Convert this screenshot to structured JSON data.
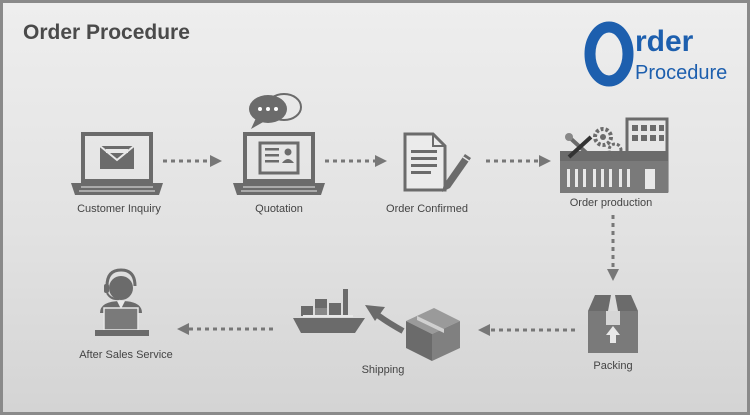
{
  "title": "Order Procedure",
  "logo": {
    "big_letter": "O",
    "word1": "rder",
    "word2": "Procedure",
    "color": "#1d5fae"
  },
  "steps": {
    "inquiry": "Customer Inquiry",
    "quotation": "Quotation",
    "confirmed": "Order Confirmed",
    "production": "Order production",
    "packing": "Packing",
    "shipping": "Shipping",
    "after_sales": "After Sales Service"
  },
  "colors": {
    "icon": "#6b6b6b",
    "light": "#a9a9a9"
  }
}
